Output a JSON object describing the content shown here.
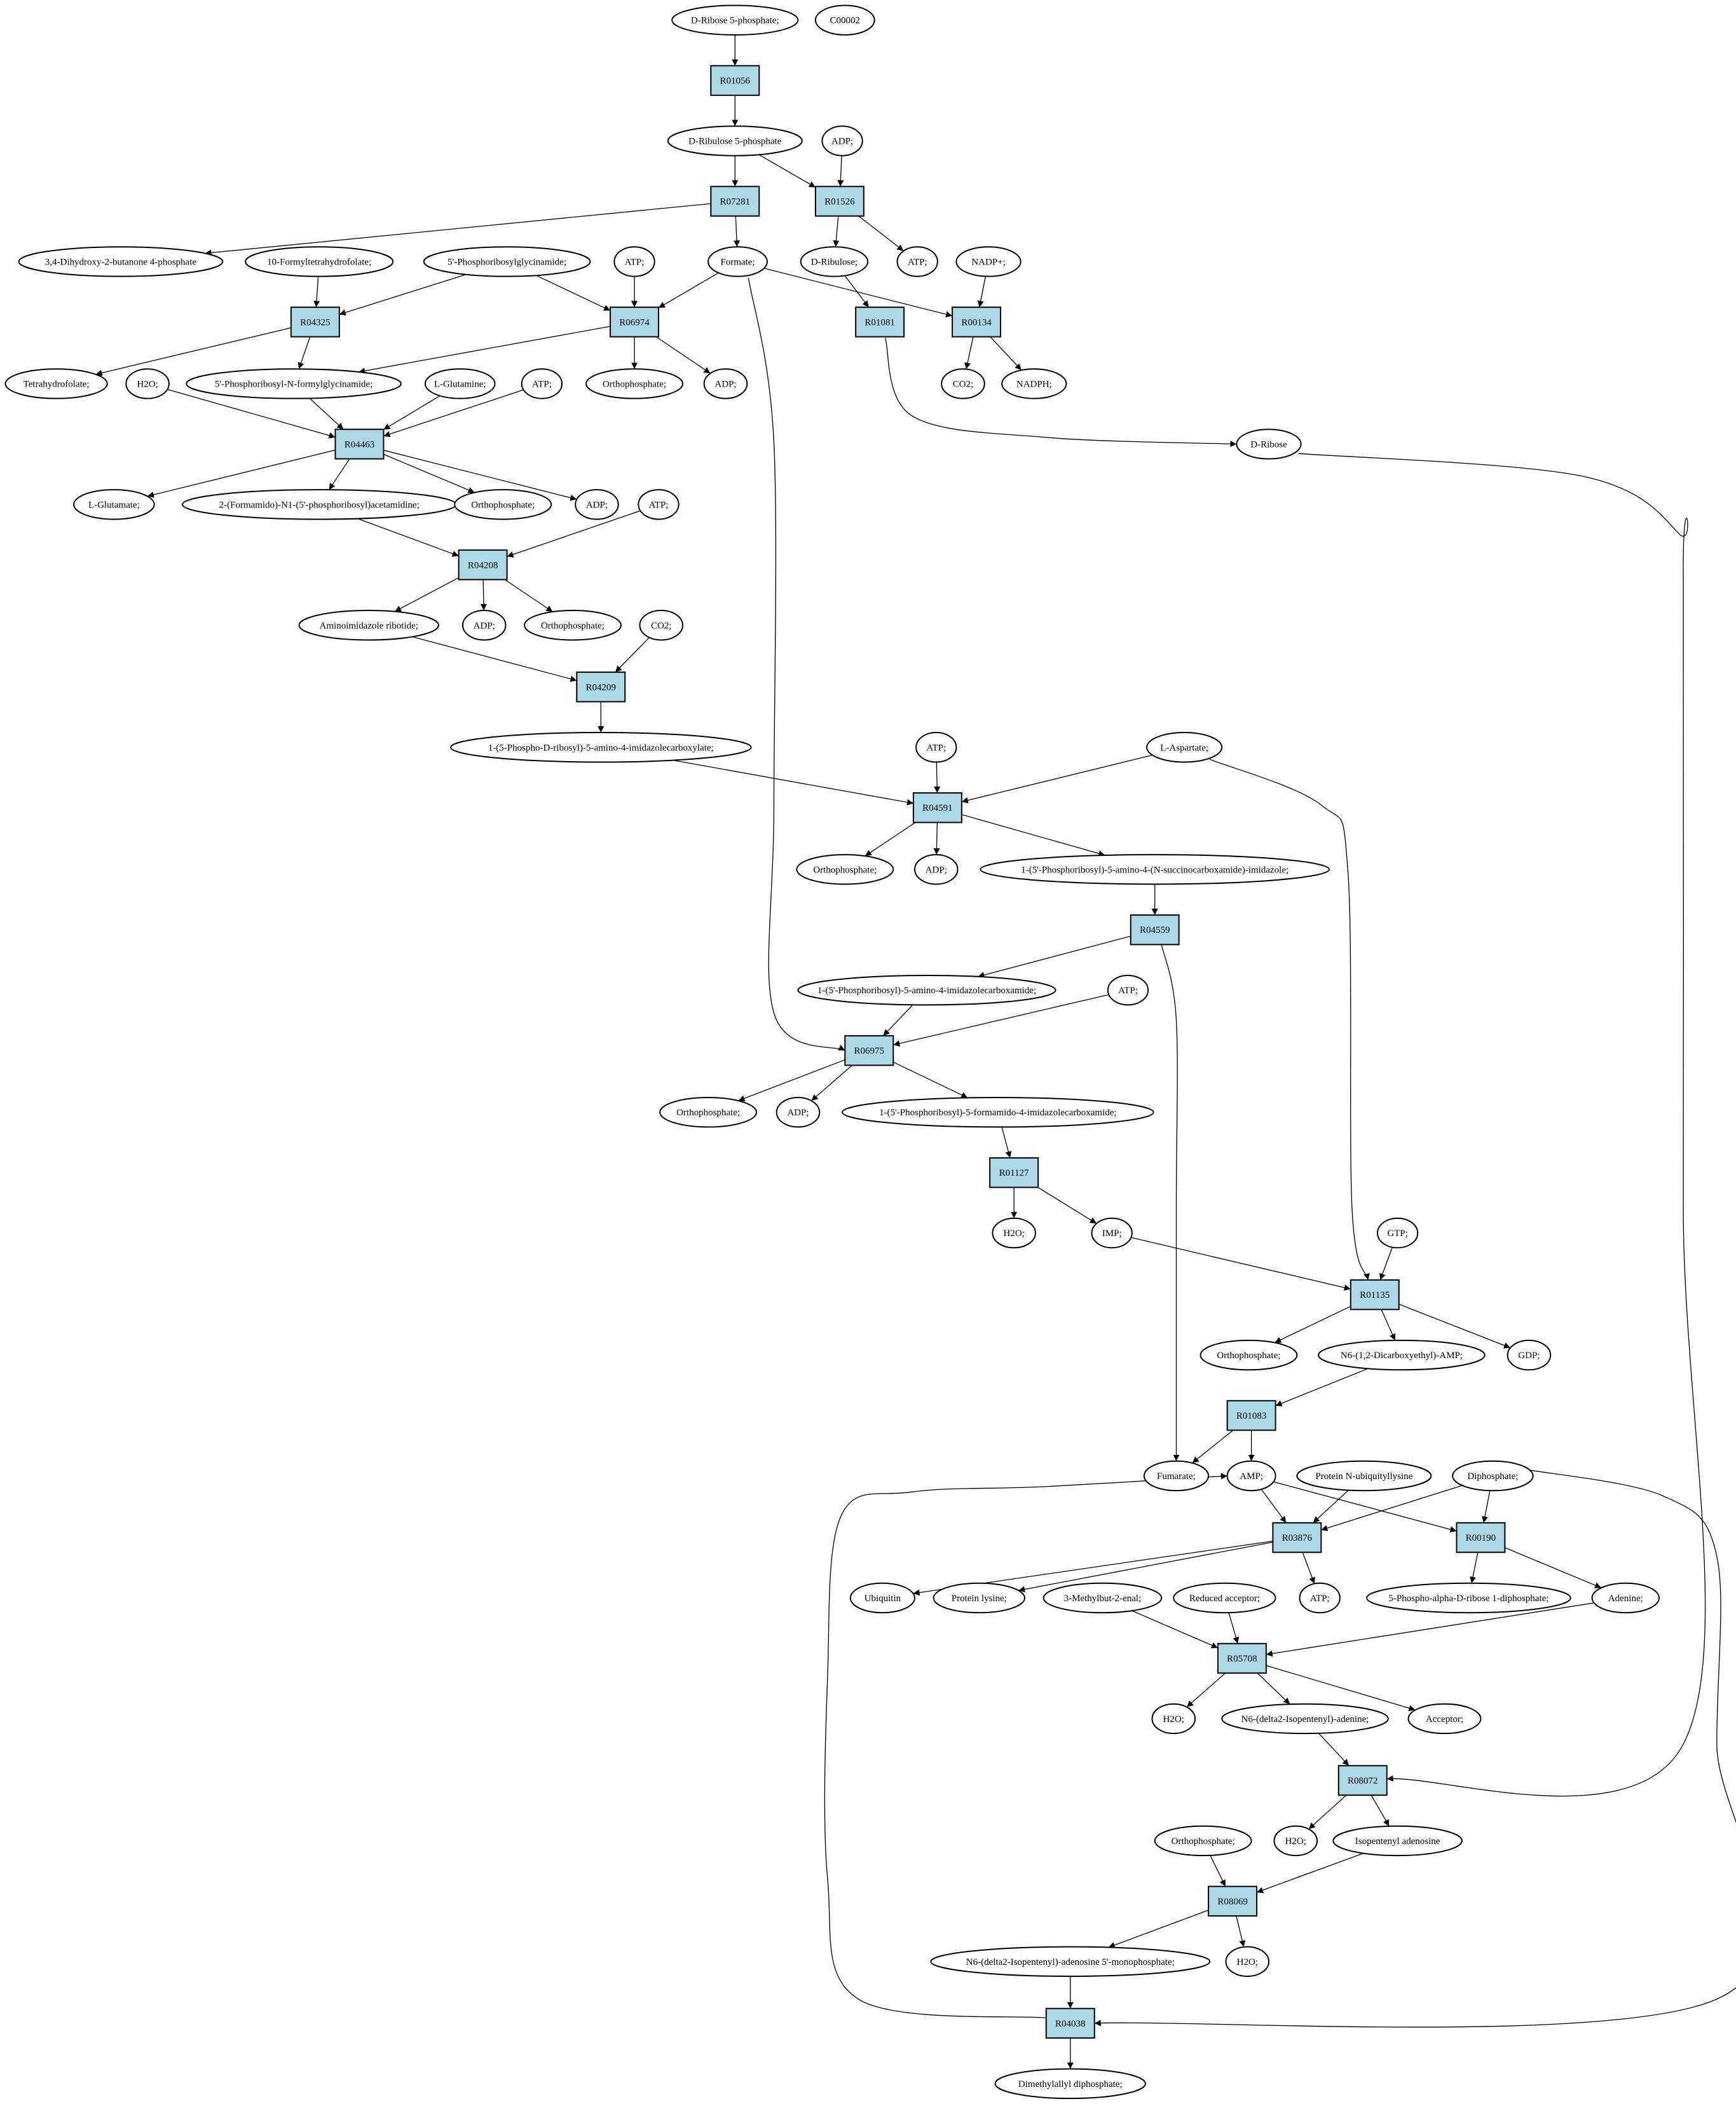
{
  "graph": {
    "nodes": [
      {
        "id": "start",
        "label": "D-Ribose 5-phosphate;",
        "shape": "ellipse",
        "color": "#00ff00"
      },
      {
        "id": "c00002",
        "label": "C00002",
        "shape": "ellipse",
        "color": "#ffff00"
      },
      {
        "id": "R01056",
        "label": "R01056",
        "shape": "box"
      },
      {
        "id": "dru5p",
        "label": "D-Ribulose 5-phosphate",
        "shape": "ellipse"
      },
      {
        "id": "adp1",
        "label": "ADP;",
        "shape": "ellipse"
      },
      {
        "id": "R07281",
        "label": "R07281",
        "shape": "box"
      },
      {
        "id": "R01526",
        "label": "R01526",
        "shape": "box"
      },
      {
        "id": "dhb4p",
        "label": "3,4-Dihydroxy-2-butanone 4-phosphate",
        "shape": "ellipse"
      },
      {
        "id": "fthf",
        "label": "10-Formyltetrahydrofolate;",
        "shape": "ellipse"
      },
      {
        "id": "prgly",
        "label": "5'-Phosphoribosylglycinamide;",
        "shape": "ellipse"
      },
      {
        "id": "atp1",
        "label": "ATP;",
        "shape": "ellipse"
      },
      {
        "id": "formate",
        "label": "Formate;",
        "shape": "ellipse"
      },
      {
        "id": "dribulose",
        "label": "D-Ribulose;",
        "shape": "ellipse"
      },
      {
        "id": "atp2",
        "label": "ATP;",
        "shape": "ellipse"
      },
      {
        "id": "nadp",
        "label": "NADP+;",
        "shape": "ellipse"
      },
      {
        "id": "R04325",
        "label": "R04325",
        "shape": "box"
      },
      {
        "id": "R06974",
        "label": "R06974",
        "shape": "box"
      },
      {
        "id": "R01081",
        "label": "R01081",
        "shape": "box"
      },
      {
        "id": "R00134",
        "label": "R00134",
        "shape": "box"
      },
      {
        "id": "thf",
        "label": "Tetrahydrofolate;",
        "shape": "ellipse"
      },
      {
        "id": "h2o1",
        "label": "H2O;",
        "shape": "ellipse"
      },
      {
        "id": "prfgly",
        "label": "5'-Phosphoribosyl-N-formylglycinamide;",
        "shape": "ellipse"
      },
      {
        "id": "lgln",
        "label": "L-Glutamine;",
        "shape": "ellipse"
      },
      {
        "id": "atp3",
        "label": "ATP;",
        "shape": "ellipse"
      },
      {
        "id": "pi1",
        "label": "Orthophosphate;",
        "shape": "ellipse"
      },
      {
        "id": "adp2",
        "label": "ADP;",
        "shape": "ellipse"
      },
      {
        "id": "co2a",
        "label": "CO2;",
        "shape": "ellipse"
      },
      {
        "id": "nadph",
        "label": "NADPH;",
        "shape": "ellipse"
      },
      {
        "id": "R04463",
        "label": "R04463",
        "shape": "box"
      },
      {
        "id": "dribose",
        "label": "D-Ribose",
        "shape": "ellipse"
      },
      {
        "id": "lglu",
        "label": "L-Glutamate;",
        "shape": "ellipse"
      },
      {
        "id": "fgam",
        "label": "2-(Formamido)-N1-(5'-phosphoribosyl)acetamidine;",
        "shape": "ellipse"
      },
      {
        "id": "pi2",
        "label": "Orthophosphate;",
        "shape": "ellipse"
      },
      {
        "id": "adp3",
        "label": "ADP;",
        "shape": "ellipse"
      },
      {
        "id": "atp4",
        "label": "ATP;",
        "shape": "ellipse"
      },
      {
        "id": "R04208",
        "label": "R04208",
        "shape": "box"
      },
      {
        "id": "air",
        "label": "Aminoimidazole ribotide;",
        "shape": "ellipse"
      },
      {
        "id": "adp4",
        "label": "ADP;",
        "shape": "ellipse"
      },
      {
        "id": "pi3",
        "label": "Orthophosphate;",
        "shape": "ellipse"
      },
      {
        "id": "co2b",
        "label": "CO2;",
        "shape": "ellipse"
      },
      {
        "id": "R04209",
        "label": "R04209",
        "shape": "box"
      },
      {
        "id": "cair",
        "label": "1-(5-Phospho-D-ribosyl)-5-amino-4-imidazolecarboxylate;",
        "shape": "ellipse"
      },
      {
        "id": "atp5",
        "label": "ATP;",
        "shape": "ellipse"
      },
      {
        "id": "lasp",
        "label": "L-Aspartate;",
        "shape": "ellipse"
      },
      {
        "id": "R04591",
        "label": "R04591",
        "shape": "box"
      },
      {
        "id": "pi4",
        "label": "Orthophosphate;",
        "shape": "ellipse"
      },
      {
        "id": "adp5",
        "label": "ADP;",
        "shape": "ellipse"
      },
      {
        "id": "saicar",
        "label": "1-(5'-Phosphoribosyl)-5-amino-4-(N-succinocarboxamide)-imidazole;",
        "shape": "ellipse"
      },
      {
        "id": "R04559",
        "label": "R04559",
        "shape": "box"
      },
      {
        "id": "aicar",
        "label": "1-(5'-Phosphoribosyl)-5-amino-4-imidazolecarboxamide;",
        "shape": "ellipse"
      },
      {
        "id": "atp6",
        "label": "ATP;",
        "shape": "ellipse"
      },
      {
        "id": "R06975",
        "label": "R06975",
        "shape": "box"
      },
      {
        "id": "pi5",
        "label": "Orthophosphate;",
        "shape": "ellipse"
      },
      {
        "id": "adp6",
        "label": "ADP;",
        "shape": "ellipse"
      },
      {
        "id": "faicar",
        "label": "1-(5'-Phosphoribosyl)-5-formamido-4-imidazolecarboxamide;",
        "shape": "ellipse"
      },
      {
        "id": "R01127",
        "label": "R01127",
        "shape": "box"
      },
      {
        "id": "h2o2",
        "label": "H2O;",
        "shape": "ellipse"
      },
      {
        "id": "imp",
        "label": "IMP;",
        "shape": "ellipse"
      },
      {
        "id": "gtp",
        "label": "GTP;",
        "shape": "ellipse"
      },
      {
        "id": "R01135",
        "label": "R01135",
        "shape": "box"
      },
      {
        "id": "pi6",
        "label": "Orthophosphate;",
        "shape": "ellipse"
      },
      {
        "id": "n6amp",
        "label": "N6-(1,2-Dicarboxyethyl)-AMP;",
        "shape": "ellipse"
      },
      {
        "id": "gdp",
        "label": "GDP;",
        "shape": "ellipse"
      },
      {
        "id": "R01083",
        "label": "R01083",
        "shape": "box"
      },
      {
        "id": "fumarate",
        "label": "Fumarate;",
        "shape": "ellipse"
      },
      {
        "id": "amp",
        "label": "AMP;",
        "shape": "ellipse"
      },
      {
        "id": "pnub",
        "label": "Protein N-ubiquityllysine",
        "shape": "ellipse"
      },
      {
        "id": "ppi",
        "label": "Diphosphate;",
        "shape": "ellipse"
      },
      {
        "id": "R03876",
        "label": "R03876",
        "shape": "box"
      },
      {
        "id": "R00190",
        "label": "R00190",
        "shape": "box"
      },
      {
        "id": "ubiq",
        "label": "Ubiquitin",
        "shape": "ellipse"
      },
      {
        "id": "plys",
        "label": "Protein lysine;",
        "shape": "ellipse"
      },
      {
        "id": "mbut",
        "label": "3-Methylbut-2-enal;",
        "shape": "ellipse"
      },
      {
        "id": "redacc",
        "label": "Reduced acceptor;",
        "shape": "ellipse"
      },
      {
        "id": "atp7",
        "label": "ATP;",
        "shape": "ellipse"
      },
      {
        "id": "prpp",
        "label": "5-Phospho-alpha-D-ribose 1-diphosphate;",
        "shape": "ellipse"
      },
      {
        "id": "adenine",
        "label": "Adenine;",
        "shape": "ellipse"
      },
      {
        "id": "R05708",
        "label": "R05708",
        "shape": "box"
      },
      {
        "id": "h2o3",
        "label": "H2O;",
        "shape": "ellipse"
      },
      {
        "id": "n6ade",
        "label": "N6-(delta2-Isopentenyl)-adenine;",
        "shape": "ellipse"
      },
      {
        "id": "acceptor",
        "label": "Acceptor;",
        "shape": "ellipse"
      },
      {
        "id": "R08072",
        "label": "R08072",
        "shape": "box"
      },
      {
        "id": "pi7",
        "label": "Orthophosphate;",
        "shape": "ellipse"
      },
      {
        "id": "h2o4",
        "label": "H2O;",
        "shape": "ellipse"
      },
      {
        "id": "isoade",
        "label": "Isopentenyl adenosine",
        "shape": "ellipse"
      },
      {
        "id": "R08069",
        "label": "R08069",
        "shape": "box"
      },
      {
        "id": "n6amp2",
        "label": "N6-(delta2-Isopentenyl)-adenosine 5'-monophosphate;",
        "shape": "ellipse"
      },
      {
        "id": "h2o5",
        "label": "H2O;",
        "shape": "ellipse"
      },
      {
        "id": "R04038",
        "label": "R04038",
        "shape": "box"
      },
      {
        "id": "dmapp",
        "label": "Dimethylallyl diphosphate;",
        "shape": "ellipse"
      }
    ],
    "edges": [
      {
        "from": "start",
        "to": "R01056"
      },
      {
        "from": "R01056",
        "to": "dru5p"
      },
      {
        "from": "dru5p",
        "to": "R07281"
      },
      {
        "from": "dru5p",
        "to": "R01526"
      },
      {
        "from": "adp1",
        "to": "R01526"
      },
      {
        "from": "R07281",
        "to": "dhb4p"
      },
      {
        "from": "R07281",
        "to": "formate"
      },
      {
        "from": "R01526",
        "to": "dribulose"
      },
      {
        "from": "R01526",
        "to": "atp2"
      },
      {
        "from": "fthf",
        "to": "R04325"
      },
      {
        "from": "prgly",
        "to": "R04325"
      },
      {
        "from": "prgly",
        "to": "R06974"
      },
      {
        "from": "atp1",
        "to": "R06974"
      },
      {
        "from": "formate",
        "to": "R06974"
      },
      {
        "from": "formate",
        "to": "R00134"
      },
      {
        "from": "formate",
        "to": "R06975"
      },
      {
        "from": "dribulose",
        "to": "R01081"
      },
      {
        "from": "nadp",
        "to": "R00134"
      },
      {
        "from": "R04325",
        "to": "thf"
      },
      {
        "from": "R04325",
        "to": "prfgly"
      },
      {
        "from": "R06974",
        "to": "prfgly"
      },
      {
        "from": "R06974",
        "to": "pi1"
      },
      {
        "from": "R06974",
        "to": "adp2"
      },
      {
        "from": "R00134",
        "to": "co2a"
      },
      {
        "from": "R00134",
        "to": "nadph"
      },
      {
        "from": "R01081",
        "to": "dribose"
      },
      {
        "from": "h2o1",
        "to": "R04463"
      },
      {
        "from": "prfgly",
        "to": "R04463"
      },
      {
        "from": "lgln",
        "to": "R04463"
      },
      {
        "from": "atp3",
        "to": "R04463"
      },
      {
        "from": "R04463",
        "to": "lglu"
      },
      {
        "from": "R04463",
        "to": "fgam"
      },
      {
        "from": "R04463",
        "to": "pi2"
      },
      {
        "from": "R04463",
        "to": "adp3"
      },
      {
        "from": "fgam",
        "to": "R04208"
      },
      {
        "from": "atp4",
        "to": "R04208"
      },
      {
        "from": "R04208",
        "to": "air"
      },
      {
        "from": "R04208",
        "to": "adp4"
      },
      {
        "from": "R04208",
        "to": "pi3"
      },
      {
        "from": "air",
        "to": "R04209"
      },
      {
        "from": "co2b",
        "to": "R04209"
      },
      {
        "from": "R04209",
        "to": "cair"
      },
      {
        "from": "cair",
        "to": "R04591"
      },
      {
        "from": "atp5",
        "to": "R04591"
      },
      {
        "from": "lasp",
        "to": "R04591"
      },
      {
        "from": "lasp",
        "to": "R01135"
      },
      {
        "from": "R04591",
        "to": "pi4"
      },
      {
        "from": "R04591",
        "to": "adp5"
      },
      {
        "from": "R04591",
        "to": "saicar"
      },
      {
        "from": "saicar",
        "to": "R04559"
      },
      {
        "from": "R04559",
        "to": "aicar"
      },
      {
        "from": "R04559",
        "to": "fumarate"
      },
      {
        "from": "aicar",
        "to": "R06975"
      },
      {
        "from": "atp6",
        "to": "R06975"
      },
      {
        "from": "R06975",
        "to": "pi5"
      },
      {
        "from": "R06975",
        "to": "adp6"
      },
      {
        "from": "R06975",
        "to": "faicar"
      },
      {
        "from": "faicar",
        "to": "R01127"
      },
      {
        "from": "R01127",
        "to": "h2o2"
      },
      {
        "from": "R01127",
        "to": "imp"
      },
      {
        "from": "imp",
        "to": "R01135"
      },
      {
        "from": "gtp",
        "to": "R01135"
      },
      {
        "from": "R01135",
        "to": "pi6"
      },
      {
        "from": "R01135",
        "to": "n6amp"
      },
      {
        "from": "R01135",
        "to": "gdp"
      },
      {
        "from": "n6amp",
        "to": "R01083"
      },
      {
        "from": "R01083",
        "to": "fumarate"
      },
      {
        "from": "R01083",
        "to": "amp"
      },
      {
        "from": "amp",
        "to": "R03876"
      },
      {
        "from": "amp",
        "to": "R00190"
      },
      {
        "from": "pnub",
        "to": "R03876"
      },
      {
        "from": "ppi",
        "to": "R03876"
      },
      {
        "from": "ppi",
        "to": "R00190"
      },
      {
        "from": "ppi",
        "to": "R04038"
      },
      {
        "from": "R03876",
        "to": "ubiq"
      },
      {
        "from": "R03876",
        "to": "plys"
      },
      {
        "from": "R03876",
        "to": "atp7"
      },
      {
        "from": "R00190",
        "to": "prpp"
      },
      {
        "from": "R00190",
        "to": "adenine"
      },
      {
        "from": "adenine",
        "to": "R05708"
      },
      {
        "from": "mbut",
        "to": "R05708"
      },
      {
        "from": "redacc",
        "to": "R05708"
      },
      {
        "from": "R05708",
        "to": "h2o3"
      },
      {
        "from": "R05708",
        "to": "n6ade"
      },
      {
        "from": "R05708",
        "to": "acceptor"
      },
      {
        "from": "n6ade",
        "to": "R08072"
      },
      {
        "from": "dribose",
        "to": "R08072"
      },
      {
        "from": "R08072",
        "to": "h2o4"
      },
      {
        "from": "R08072",
        "to": "isoade"
      },
      {
        "from": "isoade",
        "to": "R08069"
      },
      {
        "from": "pi7",
        "to": "R08069"
      },
      {
        "from": "R08069",
        "to": "n6amp2"
      },
      {
        "from": "R08069",
        "to": "h2o5"
      },
      {
        "from": "n6amp2",
        "to": "R04038"
      },
      {
        "from": "R04038",
        "to": "dmapp"
      },
      {
        "from": "R04038",
        "to": "amp"
      }
    ]
  }
}
